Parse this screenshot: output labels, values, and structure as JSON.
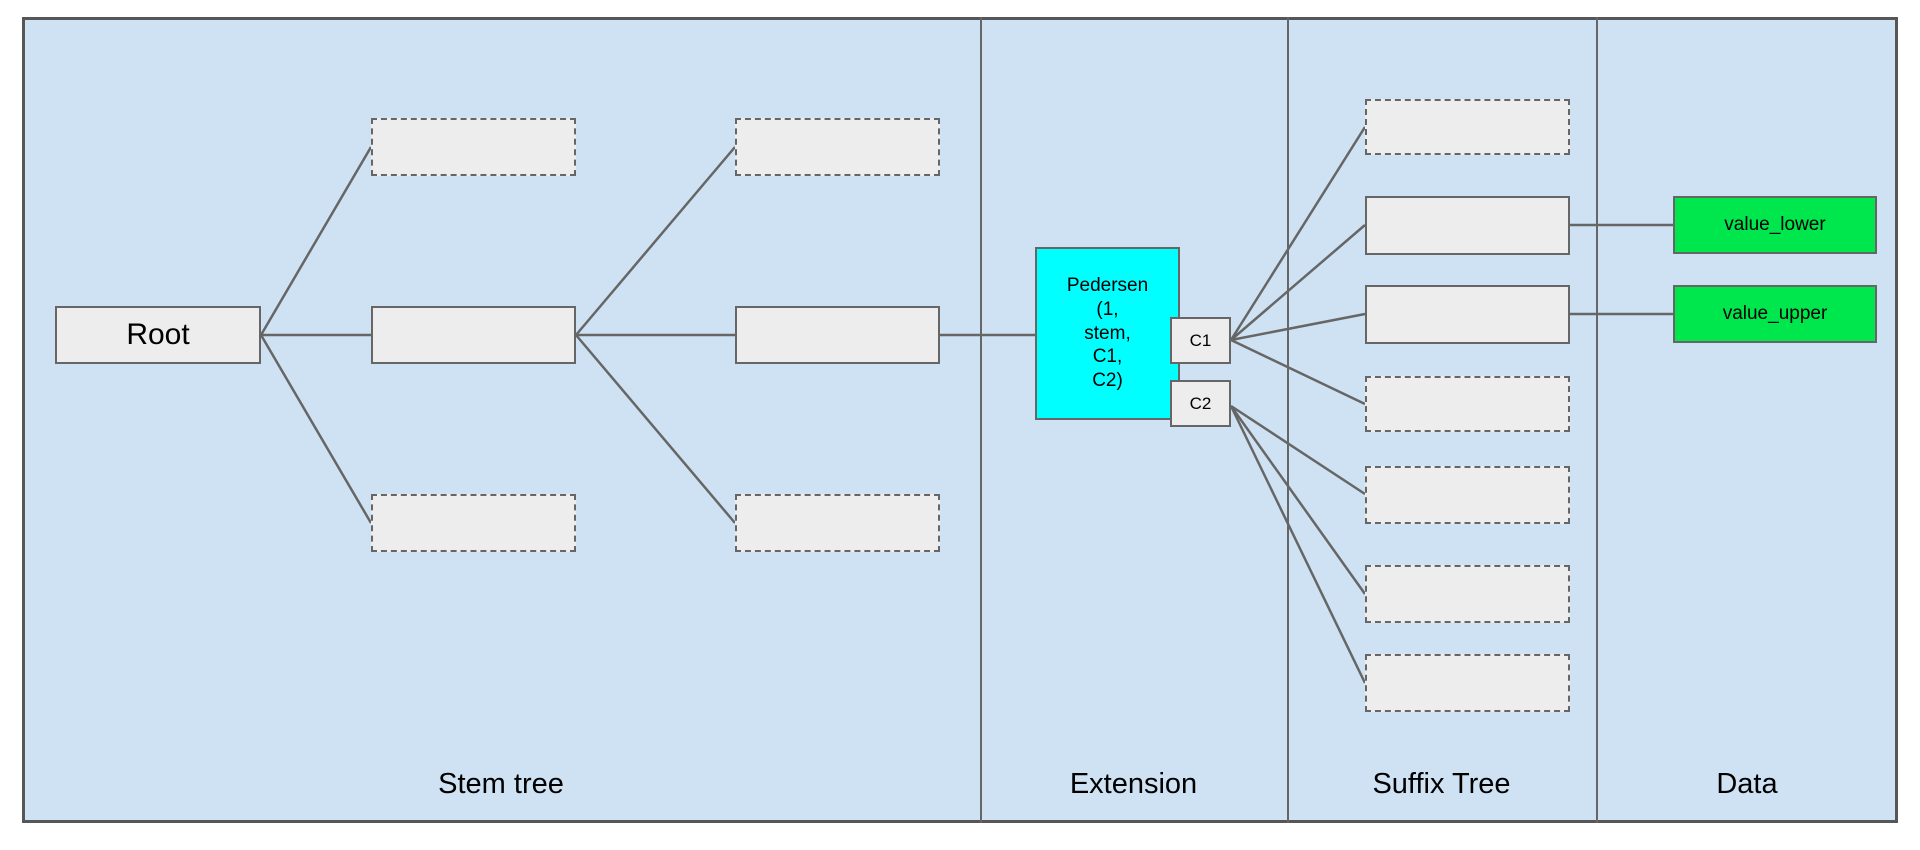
{
  "diagram": {
    "colors": {
      "panel": "#cfe2f3",
      "frame": "#565656",
      "line": "#666666",
      "node_fill": "#ededed",
      "node_border": "#666666",
      "cyan": "#00ffff",
      "green": "#00e64d"
    }
  },
  "sections": {
    "stem": "Stem tree",
    "extension": "Extension",
    "suffix": "Suffix Tree",
    "data": "Data"
  },
  "nodes": {
    "root": "Root",
    "pedersen": "Pedersen\n(1,\nstem,\nC1,\nC2)",
    "c1": "C1",
    "c2": "C2",
    "value_lower": "value_lower",
    "value_upper": "value_upper"
  }
}
